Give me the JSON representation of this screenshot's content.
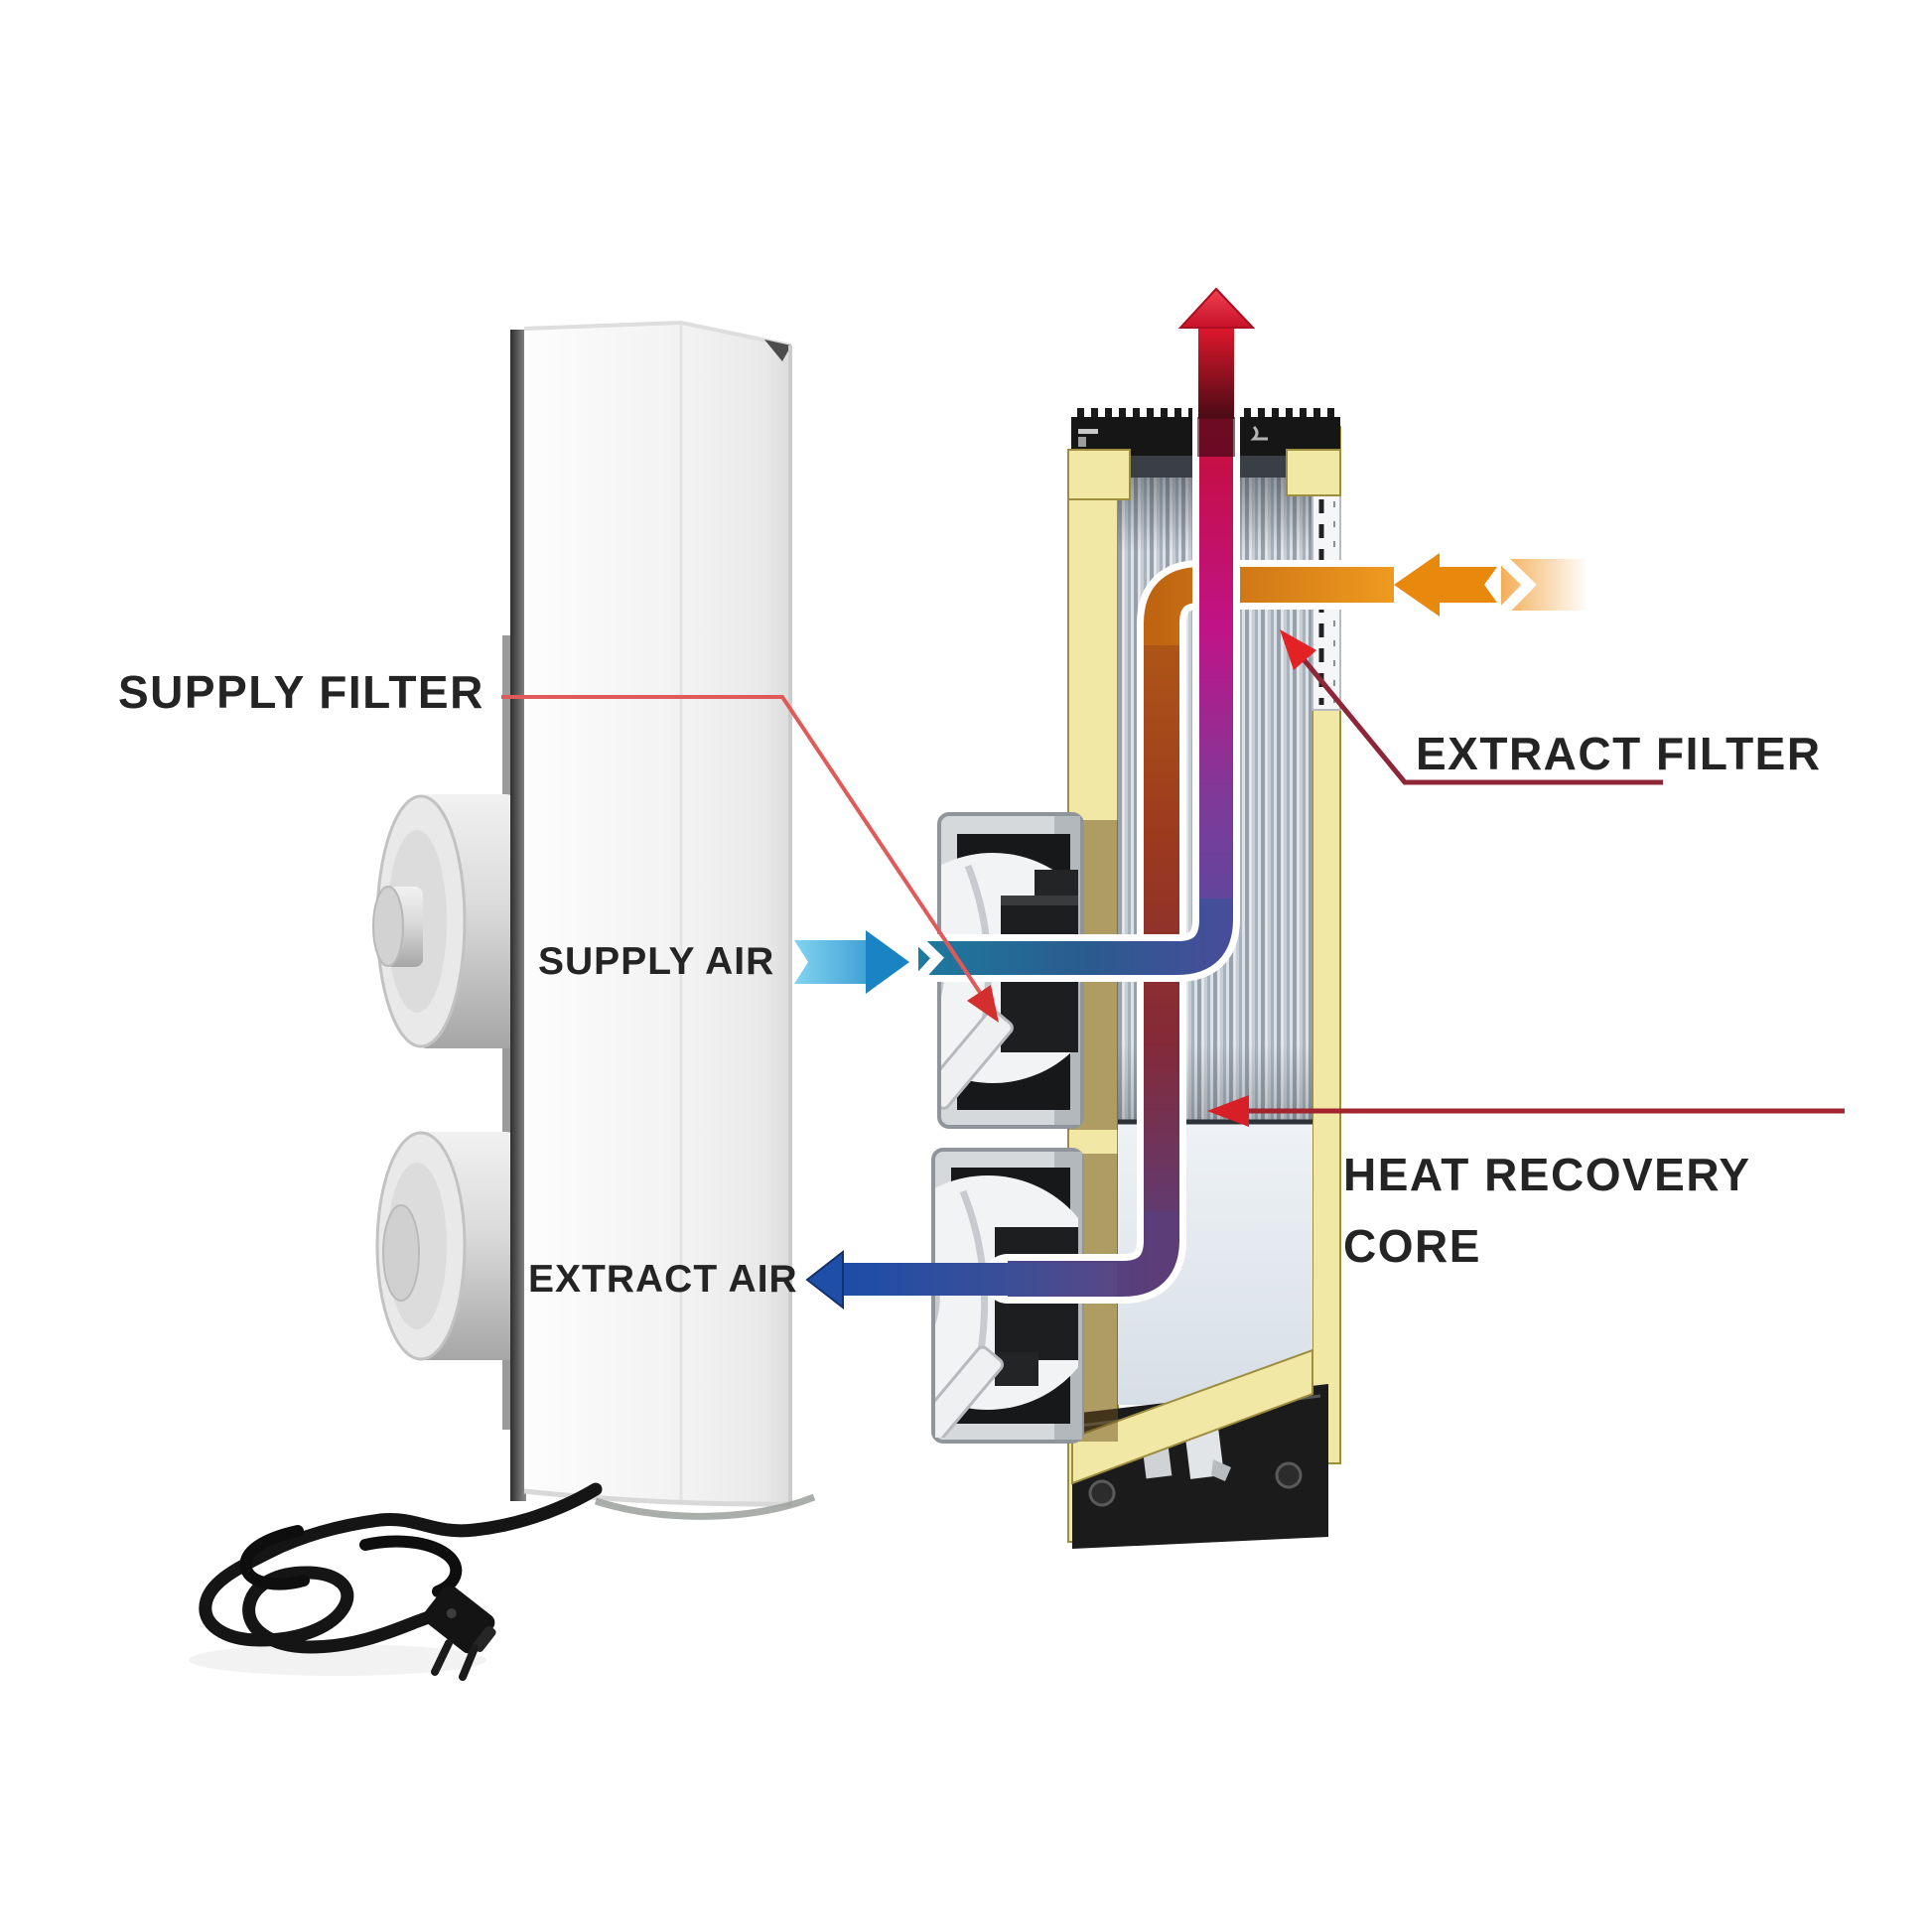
{
  "title": "Heat recovery ventilation unit cutaway diagram",
  "background": "#ffffff",
  "labels": {
    "supply_filter": "SUPPLY FILTER",
    "extract_filter": "EXTRACT FILTER",
    "supply_air": "SUPPLY AIR",
    "extract_air": "EXTRACT AIR",
    "heat_recovery_core_line1": "HEAT RECOVERY",
    "heat_recovery_core_line2": "CORE"
  },
  "icons": {
    "exhaust_up_arrow": "red-up-arrow-icon",
    "outdoor_intake_arrow": "orange-left-arrow-icon",
    "supply_air_arrow": "blue-right-arrow-icon",
    "extract_air_arrow": "blue-left-arrow-icon",
    "callout_pointers": "red-leader-arrowheads"
  },
  "colors": {
    "label_text": "#242424",
    "exhaust_red": "#e41e30",
    "intake_orange": "#e8890e",
    "supply_blue": "#1f86c6",
    "extract_blue": "#1d4fa8",
    "leader_red": "#b02836",
    "insulation_yellow": "#f2e8a6",
    "core_gray": "#b9c1c9",
    "case_white": "#f5f5f5",
    "cap_black": "#161616"
  }
}
